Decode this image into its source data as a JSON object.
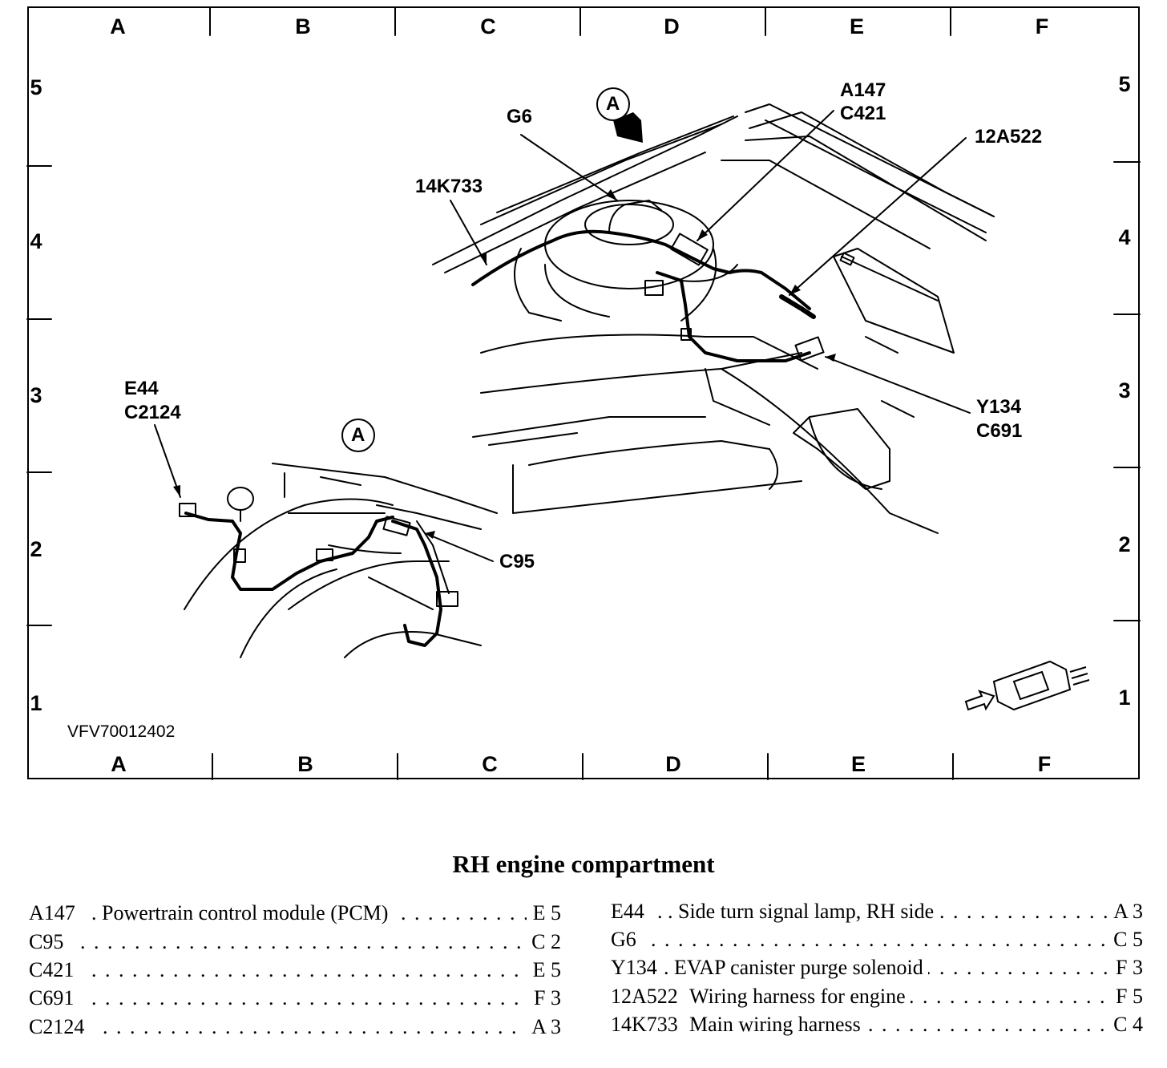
{
  "figure_id": "VFV70012402",
  "grid": {
    "columns": [
      "A",
      "B",
      "C",
      "D",
      "E",
      "F"
    ],
    "rows": [
      "5",
      "4",
      "3",
      "2",
      "1"
    ]
  },
  "callouts": {
    "g6": "G6",
    "a147": "A147",
    "c421": "C421",
    "h12a522": "12A522",
    "h14k733": "14K733",
    "y134": "Y134",
    "c691": "C691",
    "e44": "E44",
    "c2124": "C2124",
    "c95": "C95",
    "view_a_top": "A",
    "view_a_bottom": "A"
  },
  "caption": "RH engine compartment",
  "legend": {
    "left": [
      {
        "code": "A147",
        "desc": ". Powertrain control module (PCM)",
        "loc": "E 5"
      },
      {
        "code": "C95",
        "desc": "",
        "loc": "C 2"
      },
      {
        "code": "C421",
        "desc": "",
        "loc": "E 5"
      },
      {
        "code": "C691",
        "desc": "",
        "loc": "F 3"
      },
      {
        "code": "C2124",
        "desc": "",
        "loc": "A 3"
      }
    ],
    "right": [
      {
        "code": "E44",
        "desc": ". . Side turn signal lamp, RH side",
        "loc": "A 3"
      },
      {
        "code": "G6",
        "desc": "",
        "loc": "C 5"
      },
      {
        "code": "Y134",
        "desc": ". EVAP canister purge solenoid",
        "loc": "F 3"
      },
      {
        "code": "12A522",
        "desc": "Wiring harness for engine",
        "loc": "F 5"
      },
      {
        "code": "14K733",
        "desc": "Main wiring harness",
        "loc": "C 4"
      }
    ]
  }
}
